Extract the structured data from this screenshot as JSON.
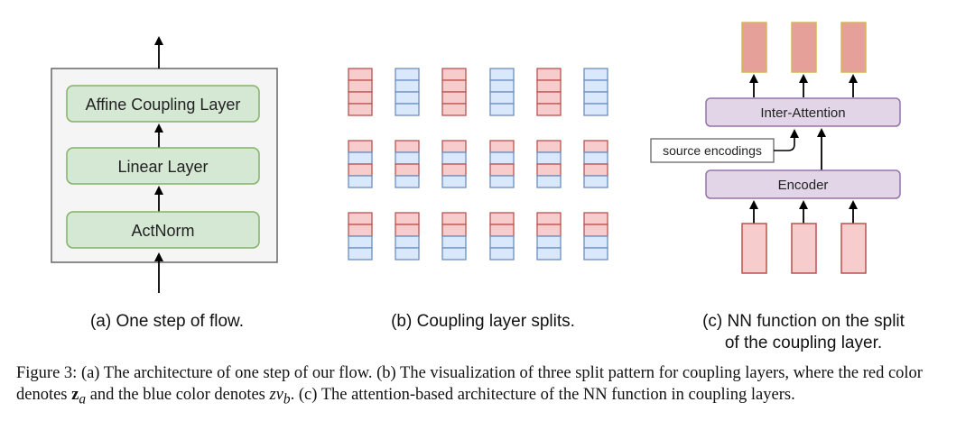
{
  "panel_a": {
    "layers": [
      "Affine Coupling Layer",
      "Linear Layer",
      "ActNorm"
    ],
    "caption": "(a) One step of flow."
  },
  "panel_b": {
    "caption": "(b) Coupling layer splits.",
    "patterns": [
      [
        "red-red-red-red",
        "blue-blue-blue-blue"
      ],
      [
        "red-blue-red-blue"
      ],
      [
        "red-red-blue-blue"
      ]
    ]
  },
  "panel_c": {
    "inter_attention": "Inter-Attention",
    "encoder": "Encoder",
    "source_label": "source encodings",
    "caption_line1": "(c) NN function on the split",
    "caption_line2": "of the coupling layer."
  },
  "figure_caption": {
    "part1": "Figure 3: (a) The architecture of one step of our flow. (b) The visualization of three split pattern for coupling layers, where the red color denotes ",
    "za": "z",
    "za_sub": "a",
    "part2": " and the blue color denotes ",
    "zb": "zv",
    "zb_sub": "b",
    "part3": ". (c) The attention-based architecture of the NN function in coupling layers."
  },
  "colors": {
    "red_fill": "#f6cccc",
    "red_stroke": "#b85450",
    "blue_fill": "#dae8fc",
    "blue_stroke": "#6c8ebf",
    "green_fill": "#d5e8d4",
    "green_stroke": "#82b366",
    "purple_fill": "#e1d5e7",
    "purple_stroke": "#9673a6",
    "dark_red_fill": "#e6a09a",
    "dark_red_stroke": "#d6b656"
  }
}
